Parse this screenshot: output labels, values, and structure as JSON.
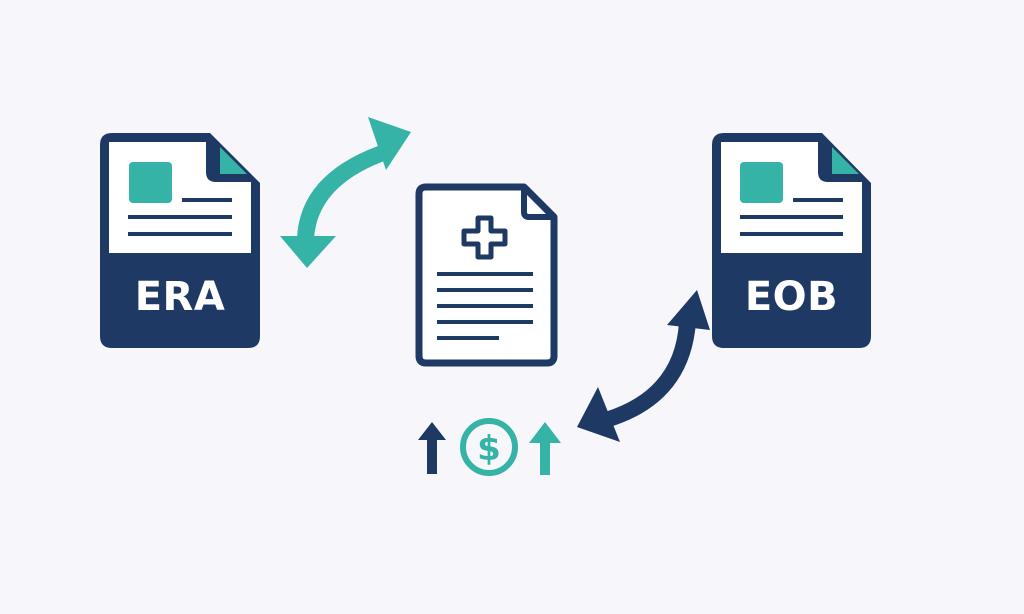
{
  "diagram": {
    "colors": {
      "navy": "#1e3a64",
      "teal": "#34b3a6",
      "background": "#f7f6fa",
      "paper": "#ffffff"
    },
    "left_document": {
      "label": "ERA",
      "icon": "era-document-icon"
    },
    "right_document": {
      "label": "EOB",
      "icon": "eob-document-icon"
    },
    "center_document": {
      "icon": "medical-claim-document-icon"
    },
    "connectors": [
      {
        "name": "teal-bidirectional-arrow",
        "from": "ERA",
        "to": "claim"
      },
      {
        "name": "navy-bidirectional-arrow",
        "from": "claim",
        "to": "EOB"
      }
    ],
    "payment_row": [
      "navy-up-arrow-icon",
      "dollar-coin-icon",
      "teal-up-arrow-icon"
    ]
  }
}
